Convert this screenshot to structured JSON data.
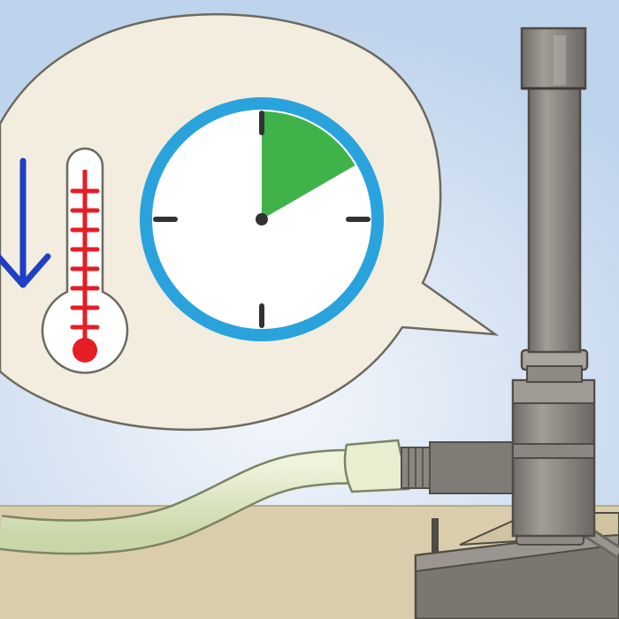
{
  "scene": {
    "description_icons": [
      "down-arrow-icon",
      "thermometer-icon",
      "clock-icon",
      "bunsen-burner",
      "gas-hose",
      "speech-bubble"
    ]
  },
  "colors": {
    "sky": "#c6d8ee",
    "sky_glow": "#eef3fa",
    "table": "#d8ccaa",
    "bubble": "#f1ecdc",
    "clock_ring": "#2aa3dd",
    "clock_wedge": "#3fb34a",
    "thermometer_red": "#e51d25",
    "arrow_blue": "#1f3fc6",
    "burner_metal": "#8e8a84",
    "hose": "#dfe8c6"
  },
  "clock": {
    "elapsed_minutes": 10,
    "total_minutes": 60
  },
  "thermometer": {
    "direction": "down"
  }
}
